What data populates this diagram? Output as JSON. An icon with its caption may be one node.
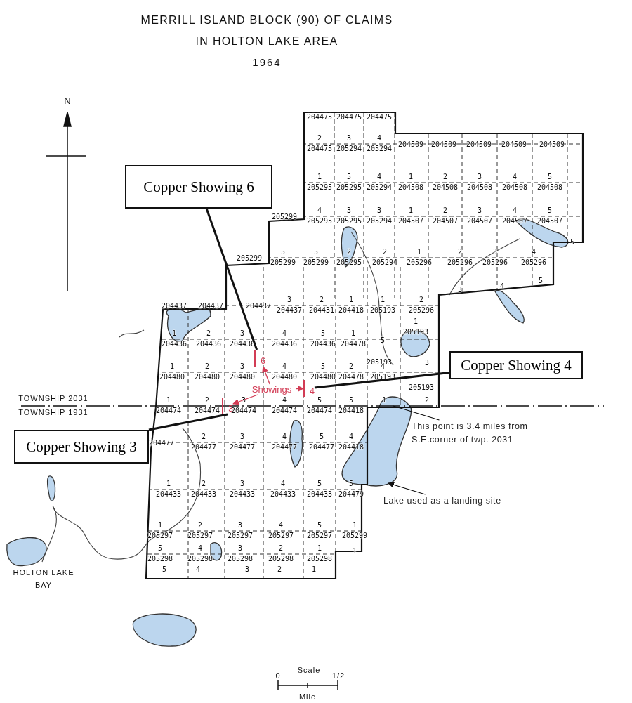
{
  "diagram": {
    "title": "MERRILL ISLAND BLOCK (90) OF CLAIMS IN HOLTON LAKE AREA",
    "nodes": [
      {
        "text": [
          "Copper Showing 6"
        ]
      },
      {
        "text": [
          "Copper Showing 4"
        ]
      },
      {
        "text": [
          "Copper Showing 3"
        ]
      },
      {
        "text": [
          "6"
        ]
      },
      {
        "text": [
          "3"
        ]
      },
      {
        "text": [
          "4"
        ]
      },
      {
        "text": [
          "Showings"
        ]
      },
      {
        "text": [
          "This point is 3.4 miles from S.E.corner of twp. 2031"
        ]
      },
      {
        "text": [
          "Lake used as a landing site"
        ]
      }
    ],
    "edges": [
      {
        "from": 0,
        "to": 3,
        "arrow": "none",
        "style": "thick"
      },
      {
        "from": 1,
        "to": 5,
        "arrow": "none",
        "style": "thick"
      },
      {
        "from": 2,
        "to": 4,
        "arrow": "none",
        "style": "thick"
      },
      {
        "from": 6,
        "to": 3,
        "arrow": "to",
        "color": "#d23c55"
      },
      {
        "from": 6,
        "to": 4,
        "arrow": "to",
        "color": "#d23c55"
      },
      {
        "from": 6,
        "to": 5,
        "arrow": "to",
        "color": "#d23c55"
      },
      {
        "from": 7,
        "to": null,
        "arrow": "none"
      },
      {
        "from": 8,
        "to": null,
        "arrow": "to"
      }
    ],
    "labels": [
      "1964",
      "N",
      "204475",
      "204475",
      "204475",
      "2",
      "204475",
      "3",
      "205294",
      "4",
      "205294",
      "204509",
      "204509",
      "204509",
      "204509",
      "204509",
      "1",
      "205295",
      "5",
      "205295",
      "4",
      "205294",
      "1",
      "204508",
      "2",
      "204508",
      "3",
      "204508",
      "4",
      "204508",
      "5",
      "204508",
      "205299",
      "4",
      "205295",
      "3",
      "205295",
      "3",
      "205294",
      "1",
      "204507",
      "2",
      "204507",
      "3",
      "204507",
      "4",
      "204507",
      "5",
      "204507",
      "205299",
      "5",
      "205299",
      "5",
      "205299",
      "2",
      "205295",
      "2",
      "205294",
      "1",
      "205296",
      "2",
      "205296",
      "3",
      "205296",
      "4",
      "205296",
      "5",
      "5",
      "4",
      "3",
      "204437",
      "204437",
      "204437",
      "3",
      "204437",
      "2",
      "204431",
      "1",
      "204418",
      "1",
      "205193",
      "2",
      "205296",
      "1",
      "204436",
      "2",
      "204436",
      "3",
      "204436",
      "4",
      "204436",
      "5",
      "204436",
      "1",
      "204478",
      "5",
      "1",
      "205193",
      "205193",
      "1",
      "204480",
      "2",
      "204480",
      "3",
      "204480",
      "4",
      "204480",
      "5",
      "204480",
      "2",
      "204478",
      "4",
      "205193",
      "3",
      "205193",
      "1",
      "204474",
      "2",
      "204474",
      "3",
      "204474",
      "4",
      "204474",
      "5",
      "204474",
      "5",
      "204418",
      "1",
      "2",
      "204477",
      "2",
      "204477",
      "3",
      "204477",
      "4",
      "204477",
      "5",
      "204477",
      "4",
      "204418",
      "1",
      "204433",
      "2",
      "204433",
      "3",
      "204433",
      "4",
      "204433",
      "5",
      "204433",
      "5",
      "204479",
      "1",
      "205297",
      "2",
      "205297",
      "3",
      "205297",
      "4",
      "205297",
      "5",
      "205297",
      "1",
      "205299",
      "5",
      "205298",
      "4",
      "205298",
      "3",
      "205298",
      "2",
      "205298",
      "1",
      "205298",
      "1",
      "5",
      "4",
      "3",
      "2",
      "1",
      "TOWNSHIP 2031",
      "TOWNSHIP 1931",
      "HOLTON LAKE BAY",
      "Scale",
      "0",
      "1/2",
      "Mile"
    ]
  }
}
